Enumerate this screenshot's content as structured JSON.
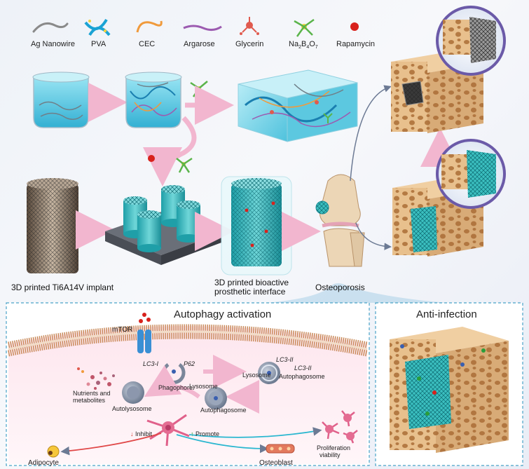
{
  "legend": {
    "items": [
      {
        "label": "Ag Nanowire",
        "color": "#8a8a8a"
      },
      {
        "label": "PVA",
        "color": "#1aa3d4"
      },
      {
        "label": "CEC",
        "color": "#f09a3c"
      },
      {
        "label": "Argarose",
        "color": "#9c5bb0"
      },
      {
        "label": "Glycerin",
        "color": "#e05a4e"
      },
      {
        "label": "Na2B4O7",
        "label_main": "Na",
        "sub1": "2",
        "mid1": "B",
        "sub2": "4",
        "mid2": "O",
        "sub3": "7",
        "color": "#5ab44a"
      },
      {
        "label": "Rapamycin",
        "color": "#d8211c"
      }
    ]
  },
  "labels": {
    "implant": "3D printed Ti6A14V implant",
    "interface_line1": "3D printed bioactive",
    "interface_line2": "prosthetic interface",
    "osteoporosis": "Osteoporosis"
  },
  "autophagy_panel": {
    "title": "Autophagy activation",
    "mtor": "mTOR",
    "lc3_1": "LC3-I",
    "p62": "P62",
    "phagophore": "Phagophore",
    "nutrients_line1": "Nutrients and",
    "nutrients_line2": "metabolites",
    "autolysosome": "Autolysosome",
    "lysosome_left": "Lysosome",
    "autophagosome_mid": "Autophagosome",
    "lysosome_right": "Lysosome",
    "lc3_2a": "LC3-II",
    "lc3_2b": "LC3-II",
    "autophagosome_right": "Autophagosome",
    "inhibit": "Inhibit",
    "promote": "Promote",
    "adipocyte": "Adipocyte",
    "osteoblast": "Osteoblast",
    "proliferation_line1": "Proliferation",
    "proliferation_line2": "viability"
  },
  "anti_infection_panel": {
    "title": "Anti-infection"
  },
  "colors": {
    "panel_border": "#4aa3c8",
    "bone": "#e3b887",
    "scaffold": "#3bbfc0",
    "arrow_pink": "#f2b6cf",
    "membrane": "#c98a5a"
  }
}
